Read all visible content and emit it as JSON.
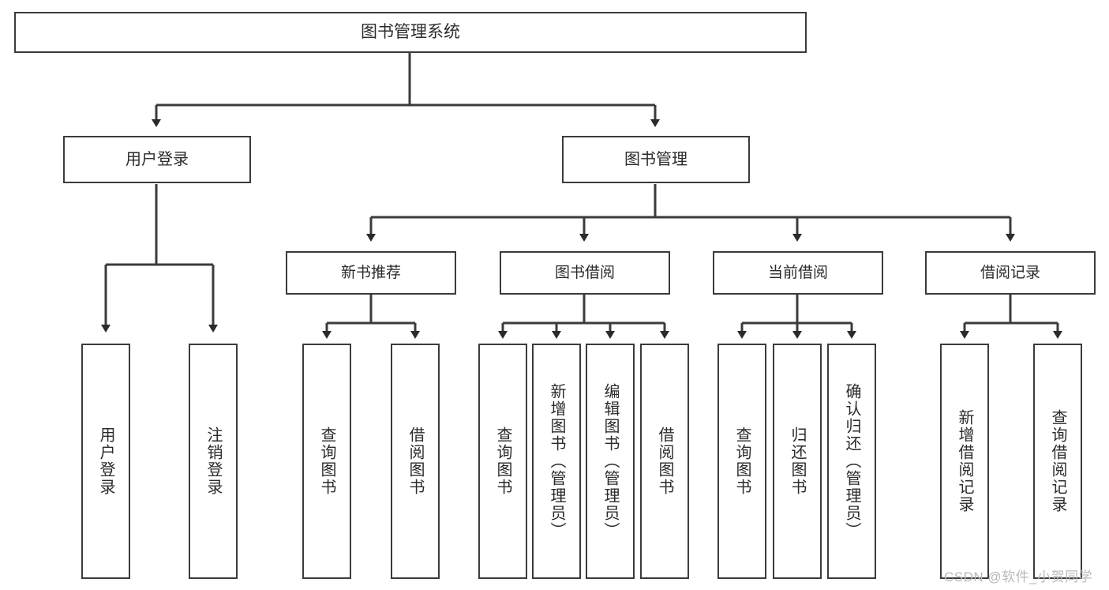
{
  "diagram": {
    "type": "tree",
    "title": "图书管理系统",
    "root": {
      "label": "图书管理系统"
    },
    "level1": [
      {
        "label": "用户登录"
      },
      {
        "label": "图书管理"
      }
    ],
    "level2": [
      {
        "label": "新书推荐"
      },
      {
        "label": "图书借阅"
      },
      {
        "label": "当前借阅"
      },
      {
        "label": "借阅记录"
      }
    ],
    "leaves": {
      "user_login": [
        {
          "label": "用户登录"
        },
        {
          "label": "注销登录"
        }
      ],
      "new_book_recommend": [
        {
          "label": "查询图书"
        },
        {
          "label": "借阅图书"
        }
      ],
      "book_borrow": [
        {
          "label": "查询图书"
        },
        {
          "label": "新增图书（管理员）"
        },
        {
          "label": "编辑图书（管理员）"
        },
        {
          "label": "借阅图书"
        }
      ],
      "current_borrow": [
        {
          "label": "查询图书"
        },
        {
          "label": "归还图书"
        },
        {
          "label": "确认归还（管理员）"
        }
      ],
      "borrow_record": [
        {
          "label": "新增借阅记录"
        },
        {
          "label": "查询借阅记录"
        }
      ]
    }
  },
  "watermark": {
    "text": "CSDN @软件_小贺同学"
  },
  "colors": {
    "stroke": "#3b3b3b",
    "text": "#2b2b2b",
    "background": "#ffffff",
    "watermark": "#b9b9b9"
  }
}
